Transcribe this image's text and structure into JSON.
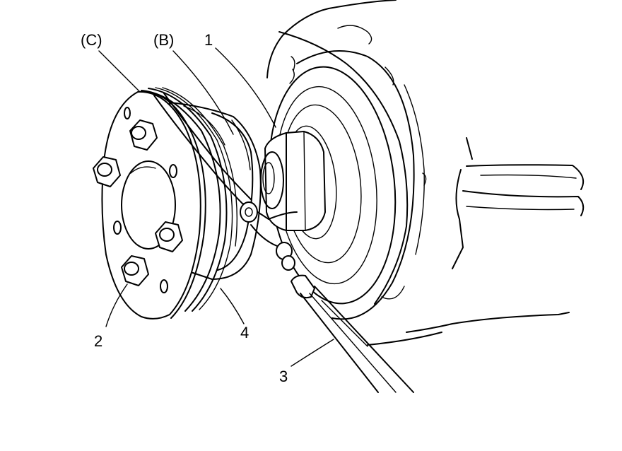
{
  "callouts": {
    "c": "(C)",
    "b": "(B)",
    "n1": "1",
    "n2": "2",
    "n3": "3",
    "n4": "4"
  }
}
